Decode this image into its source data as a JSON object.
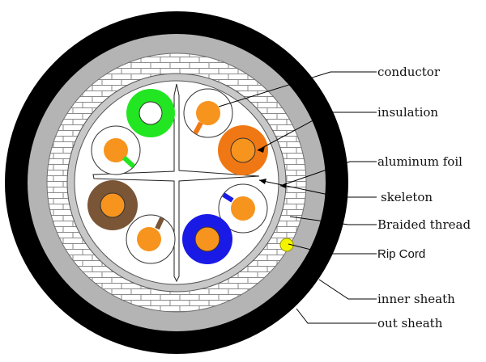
{
  "labels": {
    "conductor": "conductor",
    "insulation": "insulation",
    "aluminum_foil": "aluminum foil",
    "skeleton": "skeleton",
    "braided_thread": "Braided thread",
    "rip_cord": "Rip Cord",
    "inner_sheath": "inner sheath",
    "out_sheath": "out sheath"
  },
  "colors": {
    "out_sheath": "#000000",
    "inner_sheath": "#b4b4b4",
    "braid_background": "#ffffff",
    "braid_lines": "#8a8a8a",
    "foil": "#c8c8c8",
    "core_fill": "#ffffff",
    "conductor": "#f7941d",
    "pair_green": "#22e622",
    "pair_orange": "#f07814",
    "pair_brown": "#7a5536",
    "pair_blue": "#1a1ae6",
    "rip_cord": "#f4f400"
  },
  "wire_pairs": [
    {
      "name": "green",
      "solid": "pair_green",
      "stripe": "pair_green"
    },
    {
      "name": "orange",
      "solid": "pair_orange",
      "stripe": "pair_orange"
    },
    {
      "name": "brown",
      "solid": "pair_brown",
      "stripe": "pair_brown"
    },
    {
      "name": "blue",
      "solid": "pair_blue",
      "stripe": "pair_blue"
    }
  ]
}
